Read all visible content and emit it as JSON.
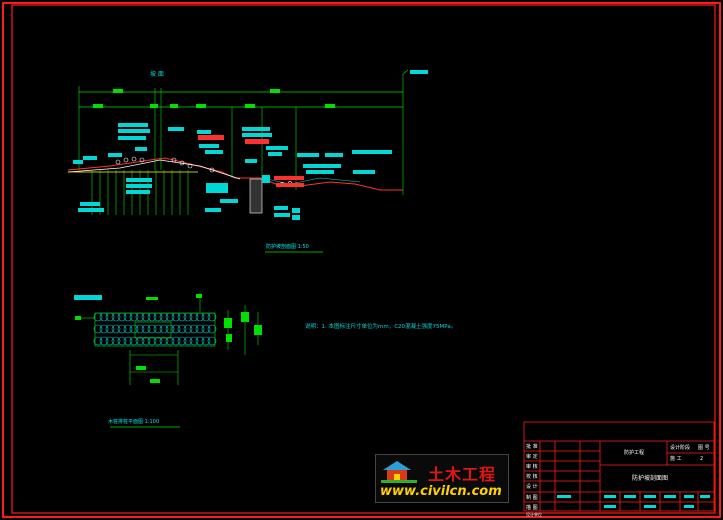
{
  "drawing": {
    "top_label": "坡 面",
    "main_section_caption": "防护坡剖面图 1:50",
    "plan_caption": "木桩排桩平面图 1:100",
    "note": "说明：1. 本图标注尺寸单位为mm，C20混凝土强度75MPa。"
  },
  "title_block": {
    "project_cell": "防护工程",
    "sheet_title": "防护坡剖面图",
    "rows_left": [
      "批 准",
      "审 定",
      "审 核",
      "校 核",
      "设 计",
      "制 图",
      "描 图"
    ],
    "design_stage_label": "设计阶段",
    "design_stage_value": "施 工",
    "drawing_no_label": "图 号",
    "drawing_no_value": "2",
    "unit_label": "设计单位"
  },
  "logo": {
    "brand_cn": "土木工程",
    "url": "www.civilcn.com"
  },
  "colors": {
    "frame": "#ff1a1a",
    "cyan": "#00d8d8",
    "green": "#00e000",
    "white": "#ffffff",
    "red": "#ff3030",
    "magenta": "#ff40ff"
  }
}
